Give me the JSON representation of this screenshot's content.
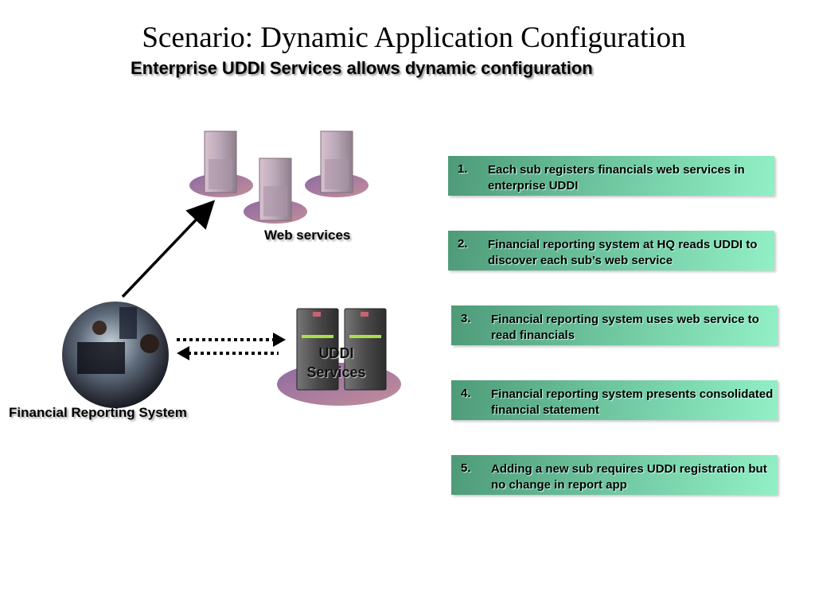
{
  "slide": {
    "title": "Scenario: Dynamic Application Configuration",
    "subtitle": "Enterprise UDDI Services allows dynamic configuration"
  },
  "diagram": {
    "web_services_label": "Web services",
    "uddi_label_line1": "UDDI",
    "uddi_label_line2": "Services",
    "financial_system_label": "Financial Reporting System"
  },
  "steps": [
    {
      "num": "1.",
      "text": "Each sub registers financials web services in enterprise UDDI"
    },
    {
      "num": "2.",
      "text": "Financial reporting system at HQ reads UDDI to discover each sub’s web service"
    },
    {
      "num": "3.",
      "text": "Financial reporting system uses web service to read financials"
    },
    {
      "num": "4.",
      "text": "Financial reporting system presents consolidated financial statement"
    },
    {
      "num": "5.",
      "text": "Adding a new sub requires UDDI registration but no change in report app"
    }
  ],
  "colors": {
    "step_box_dark": "#4e9a78",
    "step_box_light": "#92f0c6",
    "pedestal": "#a77aa6"
  }
}
